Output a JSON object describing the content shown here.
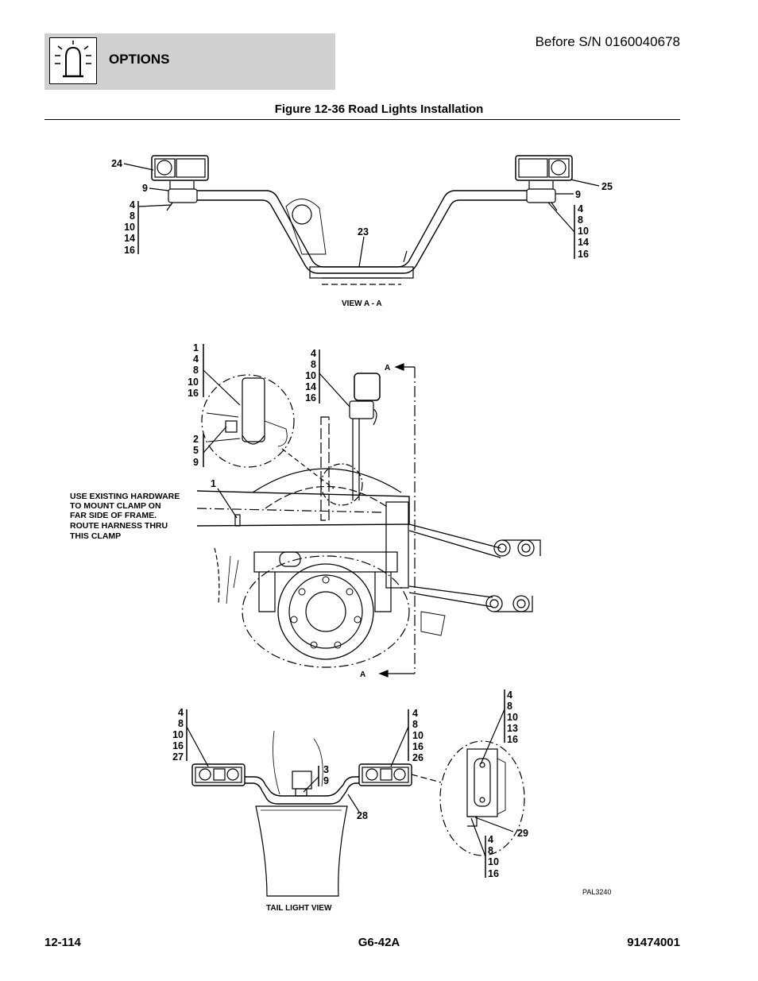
{
  "header": {
    "section_title": "OPTIONS",
    "serial_note": "Before S/N 0160040678",
    "icon": "road-light-icon"
  },
  "figure": {
    "title": "Figure 12-36 Road Lights Installation",
    "view_aa": {
      "label": "VIEW A - A",
      "callouts": {
        "left_light": "24",
        "left_bracket": "9",
        "left_hardware": [
          "4",
          "8",
          "10",
          "14",
          "16"
        ],
        "right_light": "25",
        "right_bracket": "9",
        "right_hardware": [
          "4",
          "8",
          "10",
          "14",
          "16"
        ],
        "bar": "23"
      }
    },
    "main_view": {
      "note": [
        "USE EXISTING HARDWARE",
        "TO MOUNT CLAMP ON",
        "FAR SIDE OF FRAME.",
        "ROUTE HARNESS THRU",
        "THIS CLAMP"
      ],
      "section_marker": "A",
      "callouts": {
        "clamp": "1",
        "detail_upper": [
          "1",
          "4",
          "8",
          "10",
          "16"
        ],
        "detail_lower": [
          "2",
          "5",
          "9"
        ],
        "light_mount": [
          "4",
          "8",
          "10",
          "14",
          "16"
        ]
      }
    },
    "tail_view": {
      "label": "TAIL LIGHT VIEW",
      "callouts": {
        "left_light": [
          "4",
          "8",
          "10",
          "16",
          "27"
        ],
        "right_light": [
          "4",
          "8",
          "10",
          "16",
          "26"
        ],
        "center": [
          "3",
          "9"
        ],
        "bar": "28",
        "detail_upper": [
          "4",
          "8",
          "10",
          "13",
          "16"
        ],
        "detail_bracket": "29",
        "detail_lower": [
          "4",
          "8",
          "10",
          "16"
        ]
      }
    },
    "drawing_ref": "PAL3240"
  },
  "footer": {
    "page_number": "12-114",
    "model": "G6-42A",
    "manual_number": "91474001"
  }
}
